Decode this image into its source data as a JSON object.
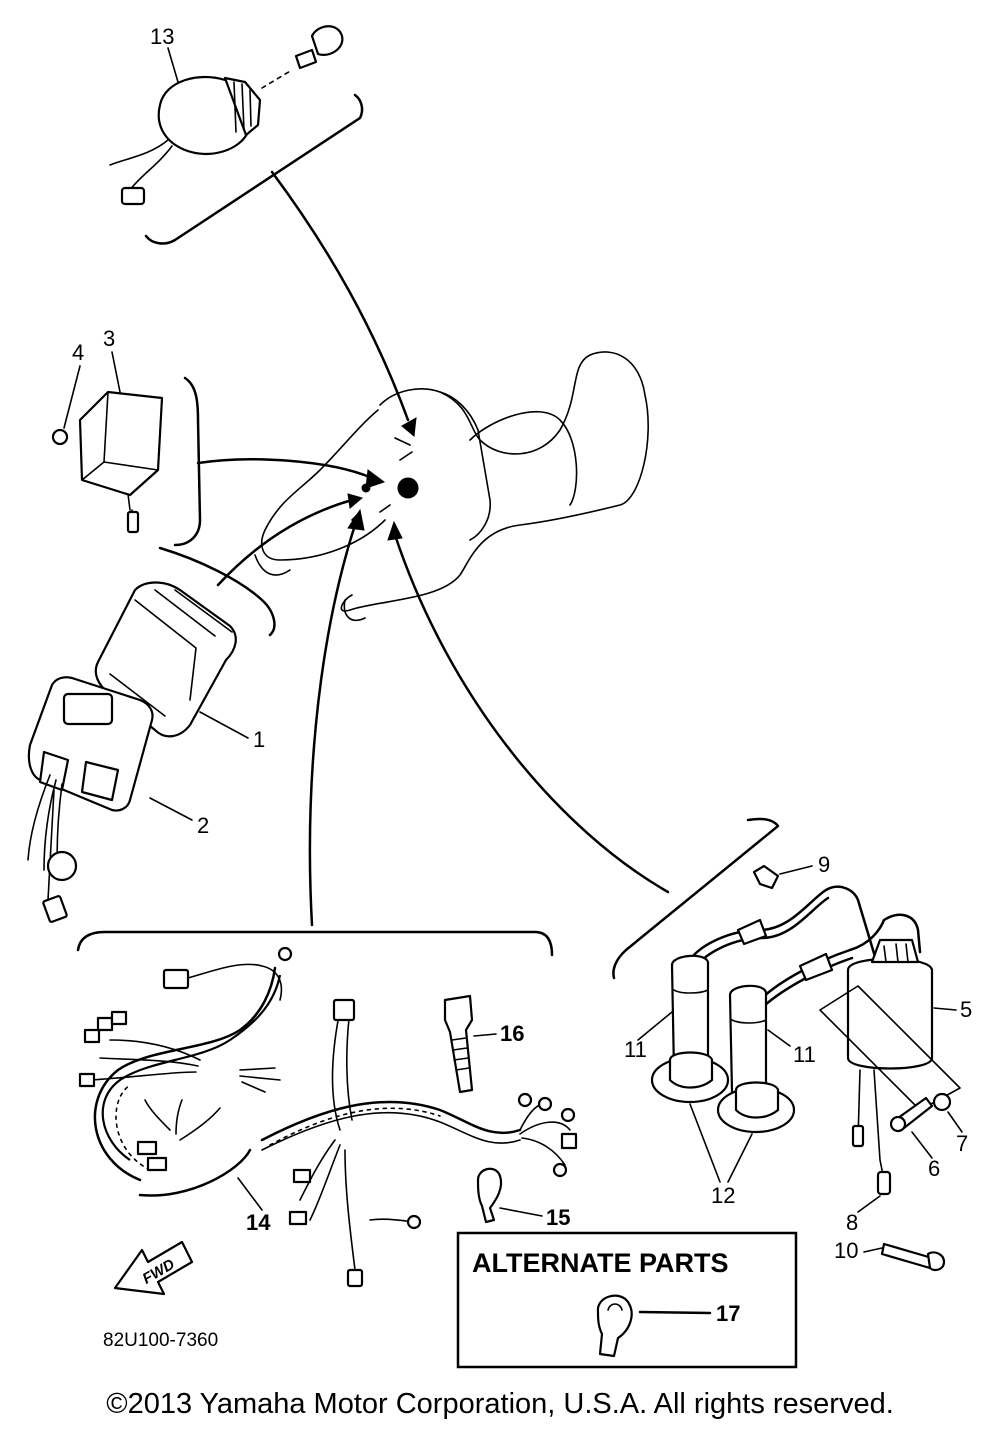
{
  "callouts": {
    "c1": "1",
    "c2": "2",
    "c3": "3",
    "c4": "4",
    "c5": "5",
    "c6": "6",
    "c7": "7",
    "c8": "8",
    "c9": "9",
    "c10": "10",
    "c11a": "11",
    "c11b": "11",
    "c12": "12",
    "c13": "13",
    "c14": "14",
    "c15": "15",
    "c16": "16",
    "c17": "17"
  },
  "alternate_parts_title": "ALTERNATE PARTS",
  "fwd_label": "FWD",
  "diagram_code": "82U100-7360",
  "copyright": "©2013 Yamaha Motor Corporation, U.S.A. All rights reserved."
}
